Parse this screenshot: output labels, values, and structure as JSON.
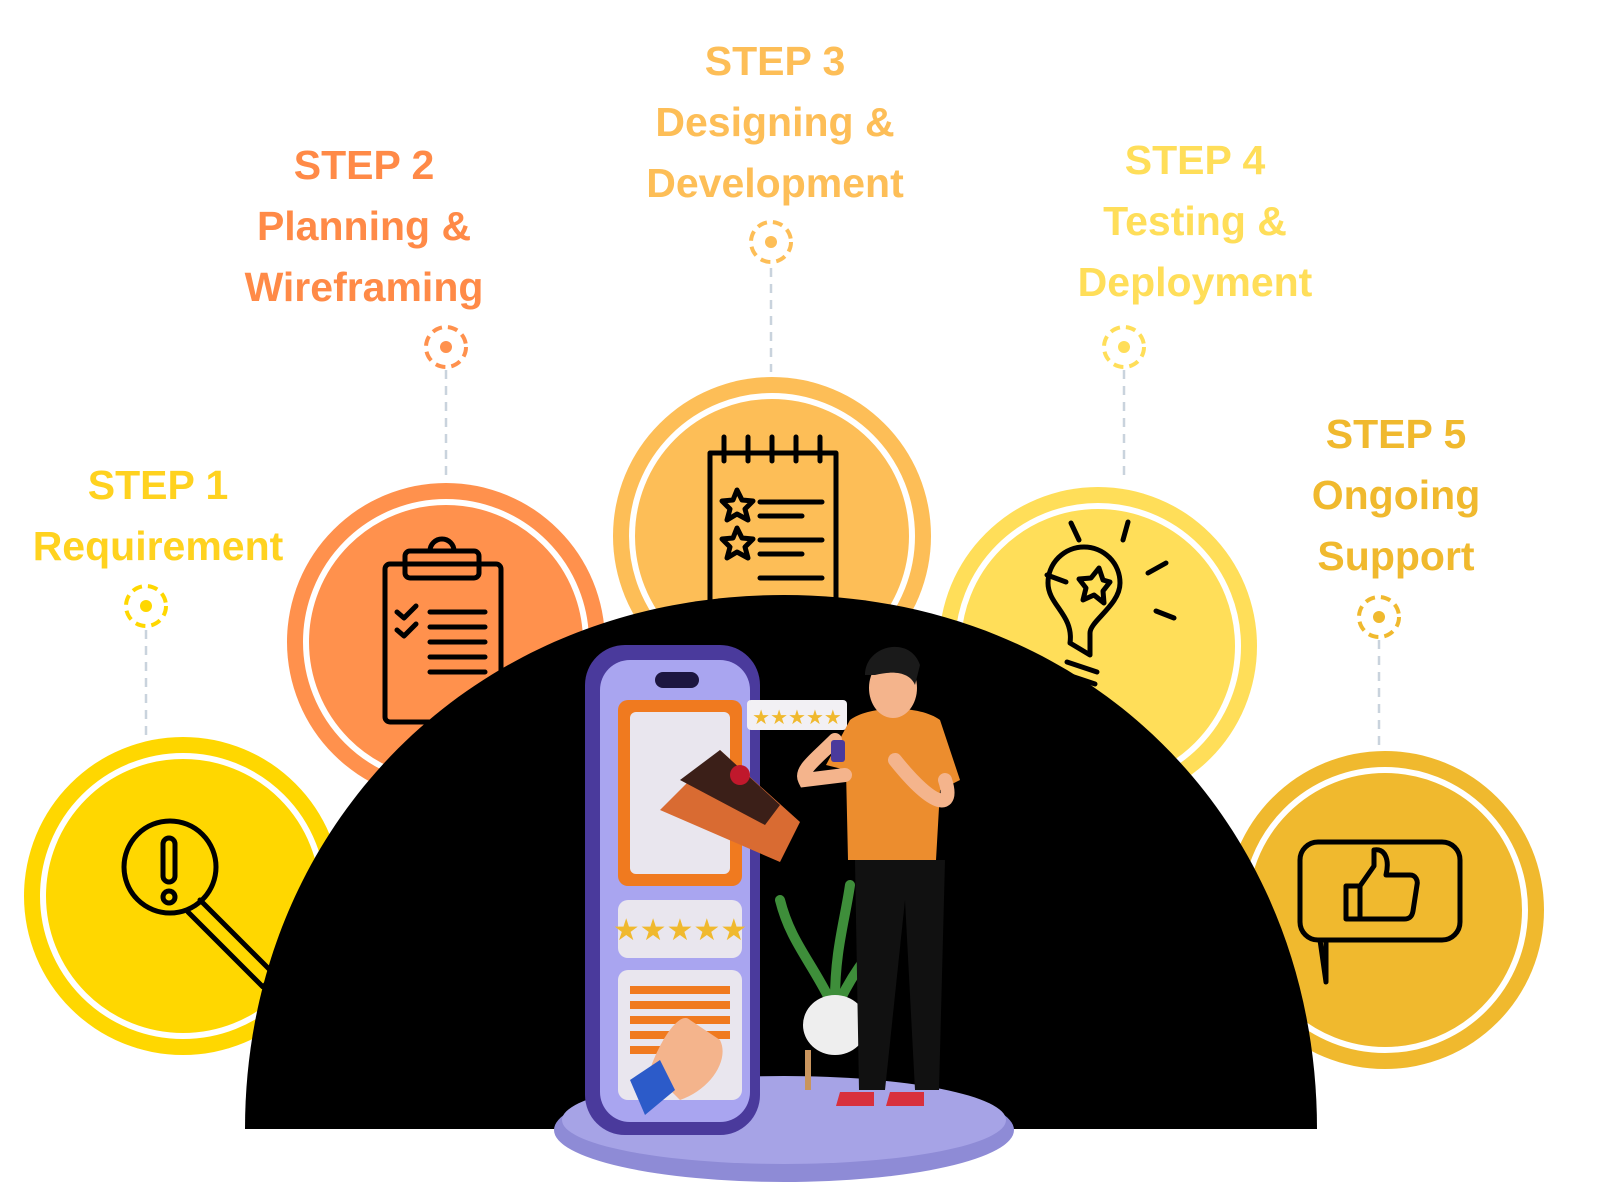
{
  "steps": [
    {
      "step": "STEP 1",
      "title_lines": [
        "Requirement"
      ],
      "color": "#FFD700",
      "text_color": "#FFD21F",
      "icon": "magnifier-alert-icon"
    },
    {
      "step": "STEP 2",
      "title_lines": [
        "Planning &",
        "Wireframing"
      ],
      "color": "#FF914D",
      "text_color": "#FF8A47",
      "icon": "clipboard-checklist-icon"
    },
    {
      "step": "STEP 3",
      "title_lines": [
        "Designing &",
        "Development"
      ],
      "color": "#FDBE57",
      "text_color": "#FDBE57",
      "icon": "notepad-stars-icon"
    },
    {
      "step": "STEP 4",
      "title_lines": [
        "Testing &",
        "Deployment"
      ],
      "color": "#FFDE59",
      "text_color": "#FFDE59",
      "icon": "lightbulb-star-icon"
    },
    {
      "step": "STEP 5",
      "title_lines": [
        "Ongoing",
        "Support"
      ],
      "color": "#F0B92E",
      "text_color": "#F0B92E",
      "icon": "thumbs-up-speech-bubble-icon"
    }
  ],
  "colors": {
    "dome": "#000000",
    "connector": "#C9D3DD",
    "phone": "#5B4BB0",
    "platform": "#8E8BD6"
  }
}
